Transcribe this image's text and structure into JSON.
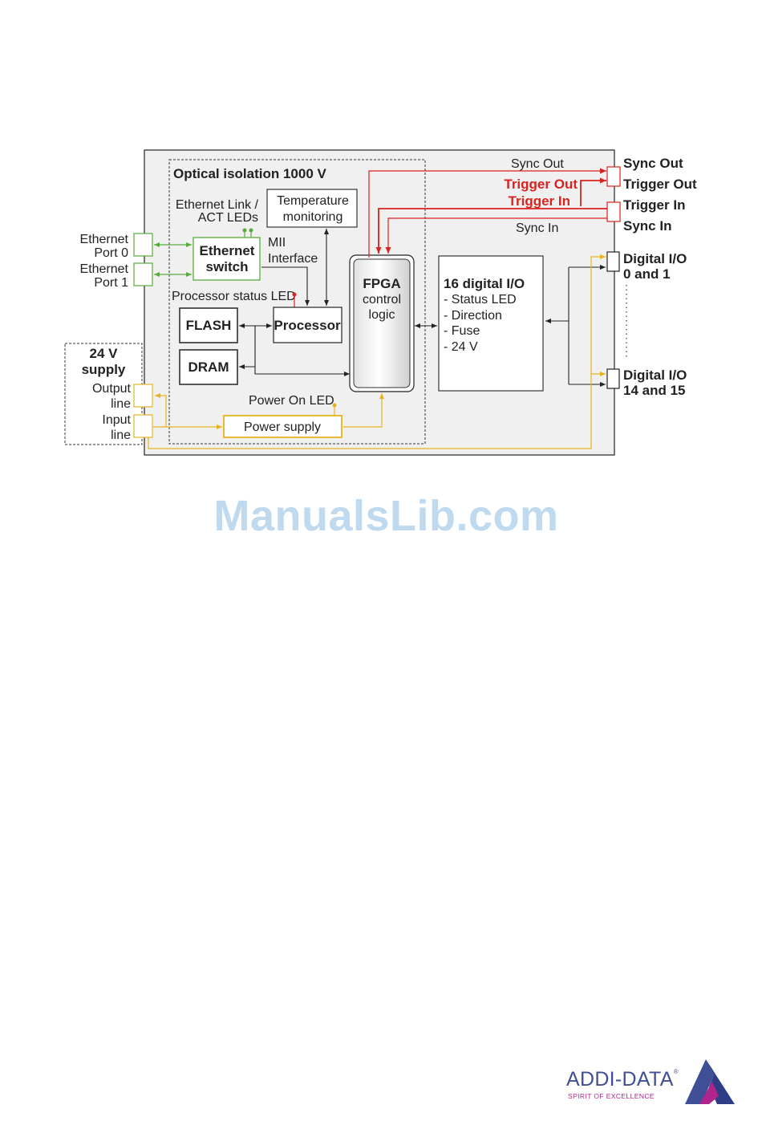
{
  "diagram": {
    "isolation_label": "Optical isolation 1000 V",
    "eth_link_led_label": [
      "Ethernet Link /",
      "ACT LEDs"
    ],
    "temperature_label": [
      "Temperature",
      "monitoring"
    ],
    "ethernet_switch_label": [
      "Ethernet",
      "switch"
    ],
    "mii_label": [
      "MII",
      "Interface"
    ],
    "processor_status_led_label": "Processor status LED",
    "flash_label": "FLASH",
    "processor_label": "Processor",
    "dram_label": "DRAM",
    "power_on_led_label": "Power On LED",
    "power_supply_label": "Power supply",
    "fpga_label": [
      "FPGA",
      "control",
      "logic"
    ],
    "digital_io_block_label": [
      "16 digital I/O",
      "- Status LED",
      "- Direction",
      "- Fuse",
      "- 24 V"
    ],
    "sync_out_inner": "Sync Out",
    "trigger_out_inner": "Trigger Out",
    "trigger_in_inner": "Trigger In",
    "sync_in_inner": "Sync In",
    "eth_port0_label": [
      "Ethernet",
      "Port 0"
    ],
    "eth_port1_label": [
      "Ethernet",
      "Port 1"
    ],
    "supply_label": [
      "24 V",
      "supply"
    ],
    "output_line_label": [
      "Output",
      "line"
    ],
    "input_line_label": [
      "Input",
      "line"
    ],
    "right_labels": {
      "sync_out": "Sync Out",
      "trigger_out": "Trigger Out",
      "trigger_in": "Trigger In",
      "sync_in": "Sync In",
      "dio_0_1": [
        "Digital I/O",
        "0 and 1"
      ],
      "dio_14_15": [
        "Digital I/O",
        "14 and 15"
      ]
    },
    "colors": {
      "ethernet": "#5aab3c",
      "trigger": "#d8231f",
      "power": "#e5b321",
      "board": "#f0f0f0"
    }
  },
  "watermark": "ManualsLib.com",
  "logo": {
    "name": "ADDI-DATA",
    "registered": "®",
    "tagline": "SPIRIT OF EXCELLENCE"
  }
}
